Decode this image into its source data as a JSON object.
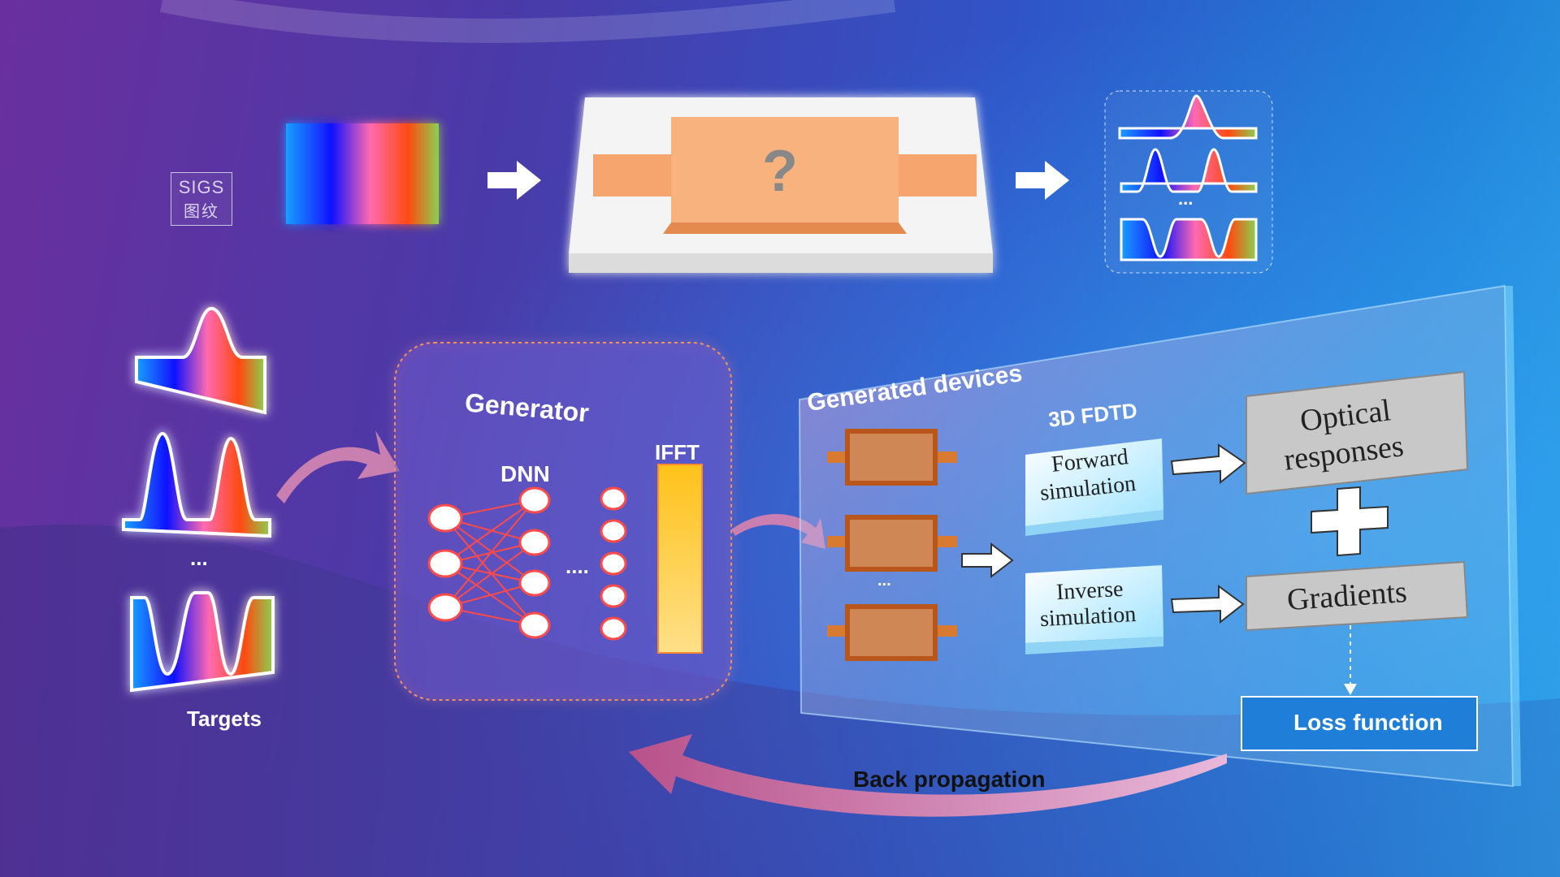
{
  "logo": {
    "line1": "SIGS",
    "line2": "图纹"
  },
  "top_row": {
    "device_question_mark": "?",
    "outputs_ellipsis": "..."
  },
  "left": {
    "targets_label": "Targets",
    "targets_ellipsis": "..."
  },
  "generator": {
    "title": "Generator",
    "dnn_label": "DNN",
    "ifft_label": "IFFT",
    "dots": "...."
  },
  "panel": {
    "title": "Generated devices",
    "fdtd_label": "3D FDTD",
    "forward_label_1": "Forward",
    "forward_label_2": "simulation",
    "inverse_label_1": "Inverse",
    "inverse_label_2": "simulation",
    "optical_label_1": "Optical",
    "optical_label_2": "responses",
    "gradients_label": "Gradients",
    "loss_label": "Loss function",
    "devices_ellipsis": "..."
  },
  "back_propagation_label": "Back propagation",
  "colors": {
    "spectrum": [
      "#1a8cff",
      "#0000ff",
      "#ff5fae",
      "#ff4a00",
      "#7fd04a"
    ],
    "device_orange": "#f3a36c",
    "ifft_yellow": "#ffd24a",
    "arrow_pink": "#d978b6"
  }
}
